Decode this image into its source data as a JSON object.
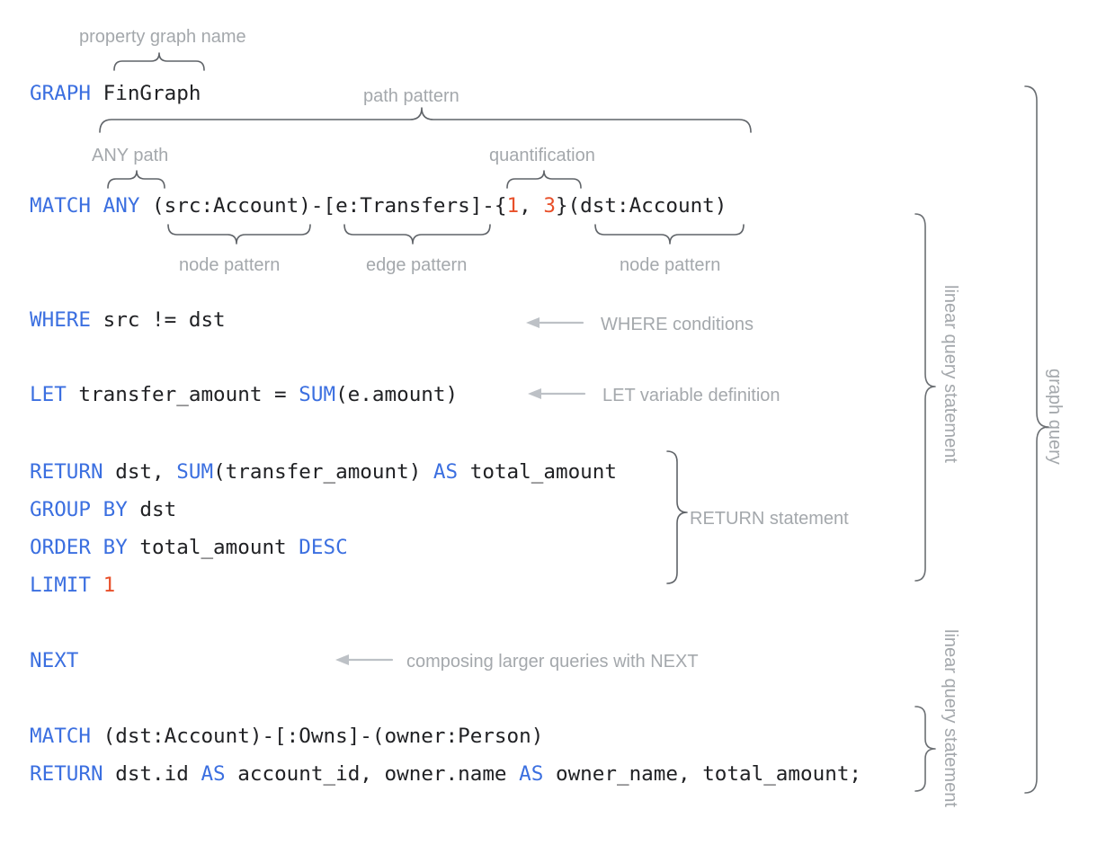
{
  "meta": {
    "title": "GQL graph query annotated diagram",
    "background": "#ffffff",
    "keyword_color": "#3b6fe0",
    "literal_color": "#e8502a",
    "text_color": "#202124",
    "annotation_color": "#a4a8ac",
    "brace_color": "#5f6368"
  },
  "code": {
    "lines": [
      {
        "id": "graph-line",
        "tokens": [
          {
            "t": "GRAPH",
            "k": "kw"
          },
          {
            "t": " FinGraph",
            "k": "pln"
          }
        ]
      },
      {
        "id": "match-line",
        "tokens": [
          {
            "t": "MATCH",
            "k": "kw"
          },
          {
            "t": " ",
            "k": "pln"
          },
          {
            "t": "ANY",
            "k": "kw"
          },
          {
            "t": " (src:Account)-[e:Transfers]-{",
            "k": "pln"
          },
          {
            "t": "1",
            "k": "num"
          },
          {
            "t": ", ",
            "k": "pln"
          },
          {
            "t": "3",
            "k": "num"
          },
          {
            "t": "}(dst:Account)",
            "k": "pln"
          }
        ]
      },
      {
        "id": "where-line",
        "tokens": [
          {
            "t": "WHERE",
            "k": "kw"
          },
          {
            "t": " src != dst",
            "k": "pln"
          }
        ]
      },
      {
        "id": "let-line",
        "tokens": [
          {
            "t": "LET",
            "k": "kw"
          },
          {
            "t": " transfer_amount = ",
            "k": "pln"
          },
          {
            "t": "SUM",
            "k": "kw"
          },
          {
            "t": "(e.amount)",
            "k": "pln"
          }
        ]
      },
      {
        "id": "return-line",
        "tokens": [
          {
            "t": "RETURN",
            "k": "kw"
          },
          {
            "t": " dst, ",
            "k": "pln"
          },
          {
            "t": "SUM",
            "k": "kw"
          },
          {
            "t": "(transfer_amount) ",
            "k": "pln"
          },
          {
            "t": "AS",
            "k": "kw"
          },
          {
            "t": " total_amount",
            "k": "pln"
          }
        ]
      },
      {
        "id": "groupby-line",
        "tokens": [
          {
            "t": "GROUP BY",
            "k": "kw"
          },
          {
            "t": " dst",
            "k": "pln"
          }
        ]
      },
      {
        "id": "orderby-line",
        "tokens": [
          {
            "t": "ORDER BY",
            "k": "kw"
          },
          {
            "t": " total_amount ",
            "k": "pln"
          },
          {
            "t": "DESC",
            "k": "kw"
          }
        ]
      },
      {
        "id": "limit-line",
        "tokens": [
          {
            "t": "LIMIT",
            "k": "kw"
          },
          {
            "t": " ",
            "k": "pln"
          },
          {
            "t": "1",
            "k": "num"
          }
        ]
      },
      {
        "id": "next-line",
        "tokens": [
          {
            "t": "NEXT",
            "k": "kw"
          }
        ]
      },
      {
        "id": "match2-line",
        "tokens": [
          {
            "t": "MATCH",
            "k": "kw"
          },
          {
            "t": " (dst:Account)-[:Owns]-(owner:Person)",
            "k": "pln"
          }
        ]
      },
      {
        "id": "return2-line",
        "tokens": [
          {
            "t": "RETURN",
            "k": "kw"
          },
          {
            "t": " dst.id ",
            "k": "pln"
          },
          {
            "t": "AS",
            "k": "kw"
          },
          {
            "t": " account_id, owner.name ",
            "k": "pln"
          },
          {
            "t": "AS",
            "k": "kw"
          },
          {
            "t": " owner_name, total_amount;",
            "k": "pln"
          }
        ]
      }
    ]
  },
  "annotations": {
    "property_graph_name": "property graph name",
    "path_pattern": "path pattern",
    "any_path": "ANY path",
    "quantification": "quantification",
    "node_pattern_1": "node pattern",
    "edge_pattern": "edge pattern",
    "node_pattern_2": "node pattern",
    "where_conditions": "WHERE conditions",
    "let_variable_definition": "LET variable definition",
    "return_statement": "RETURN statement",
    "composing_with_next": "composing larger queries with NEXT",
    "linear_query_statement_1": "linear query statement",
    "linear_query_statement_2": "linear query statement",
    "graph_query": "graph query"
  }
}
